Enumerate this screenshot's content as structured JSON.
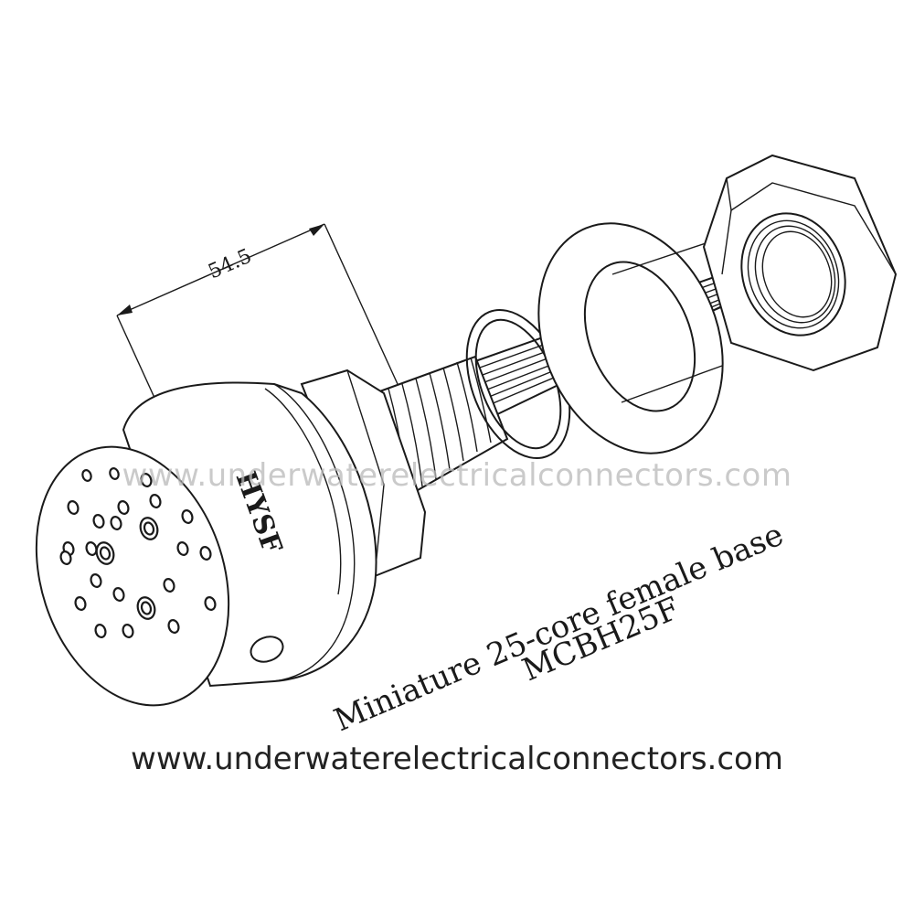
{
  "drawing": {
    "dimension_label": "54.5",
    "brand_marking": "HYSF",
    "caption_line1": "Miniature 25-core female base",
    "caption_line2": "MCBH25F"
  },
  "watermark": "www.underwaterelectricalconnectors.com",
  "footer": "www.underwaterelectricalconnectors.com",
  "colors": {
    "line": "#1a1a1a",
    "watermark": "#b9b9b9",
    "background": "#ffffff"
  }
}
